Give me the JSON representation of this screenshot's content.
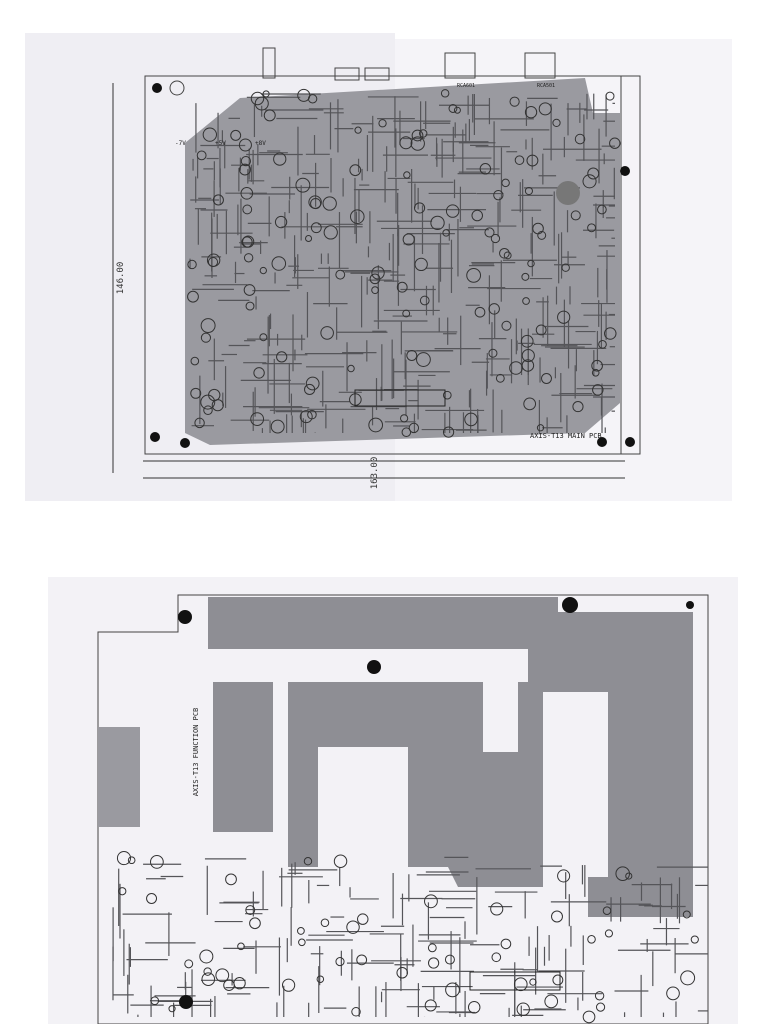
{
  "main_pcb": {
    "title": "AXIS-T13 MAIN PCB",
    "height_dim": "146.00",
    "width_dim": "163.00",
    "voltage_labels": [
      "-7V",
      "+5V",
      "+8V"
    ],
    "connector_labels": [
      "RCA601",
      "RCA501"
    ]
  },
  "function_pcb": {
    "title": "AXIS-T13 FUNCTION PCB"
  },
  "colors": {
    "paper": "#f3f2f6",
    "copper": "#8e8e94",
    "trace": "#555559",
    "ink": "#111111"
  }
}
